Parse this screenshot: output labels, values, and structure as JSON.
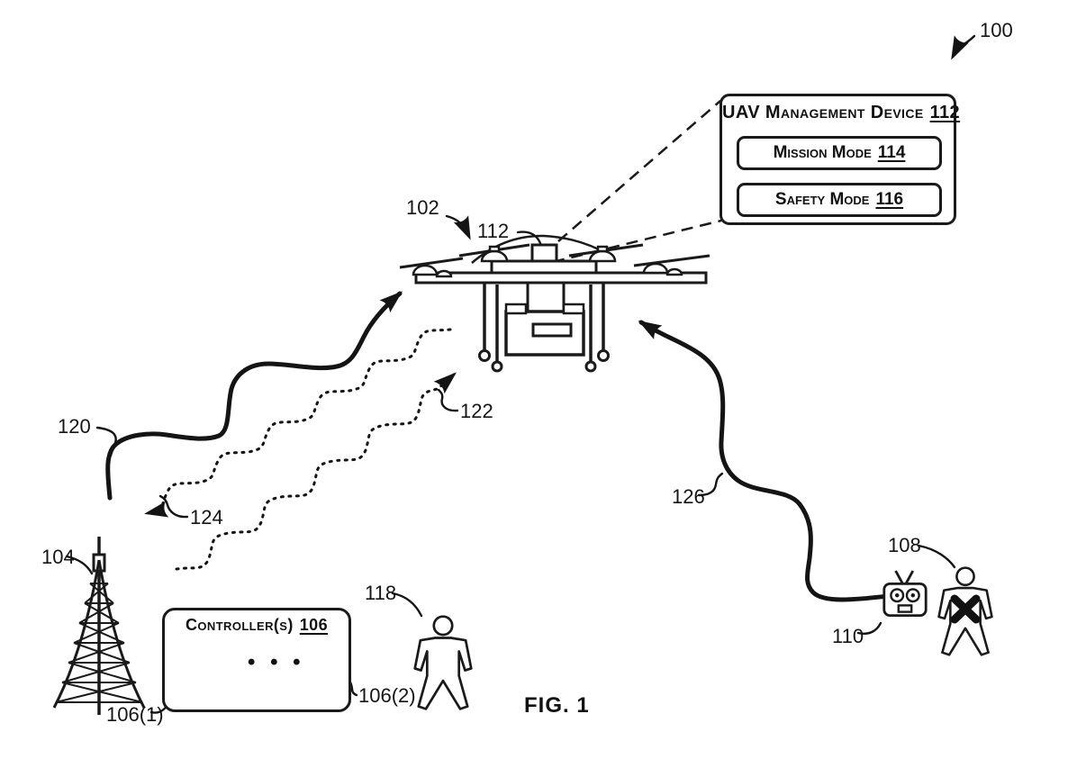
{
  "figure": {
    "caption": "FIG. 1",
    "system_ref": "100"
  },
  "callout": {
    "title": "UAV Management Device",
    "title_ref": "112",
    "modes": [
      {
        "label": "Mission Mode",
        "ref": "114"
      },
      {
        "label": "Safety Mode",
        "ref": "116"
      }
    ]
  },
  "controller": {
    "title": "Controller(s)",
    "title_ref": "106",
    "ellipsis": "• • •",
    "computer_ref": "106(1)",
    "remote_ref": "106(2)"
  },
  "labels": {
    "uav": "102",
    "device_on_uav": "112",
    "tower": "104",
    "bystander": "118",
    "operator": "108",
    "operator_remote": "110",
    "flight_path": "120",
    "uplink_signal": "122",
    "downlink_signal": "124",
    "control_link": "126"
  }
}
